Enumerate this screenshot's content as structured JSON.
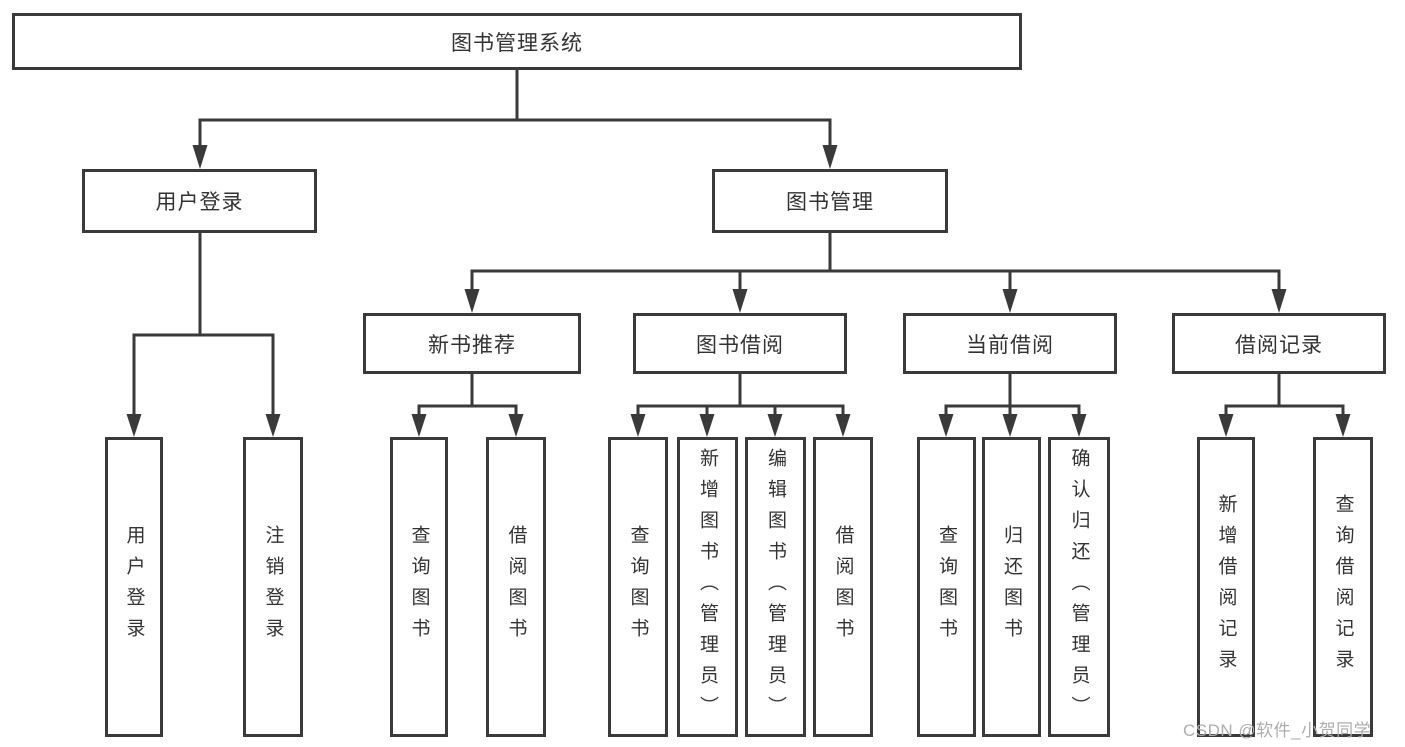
{
  "diagram": {
    "type": "hierarchy-tree",
    "root": {
      "label": "图书管理系统",
      "children": [
        {
          "label": "用户登录",
          "children": [
            {
              "label": "用户登录"
            },
            {
              "label": "注销登录"
            }
          ]
        },
        {
          "label": "图书管理",
          "children": [
            {
              "label": "新书推荐",
              "children": [
                {
                  "label": "查询图书"
                },
                {
                  "label": "借阅图书"
                }
              ]
            },
            {
              "label": "图书借阅",
              "children": [
                {
                  "label": "查询图书"
                },
                {
                  "label": "新增图书（管理员）"
                },
                {
                  "label": "编辑图书（管理员）"
                },
                {
                  "label": "借阅图书"
                }
              ]
            },
            {
              "label": "当前借阅",
              "children": [
                {
                  "label": "查询图书"
                },
                {
                  "label": "归还图书"
                },
                {
                  "label": "确认归还（管理员）"
                }
              ]
            },
            {
              "label": "借阅记录",
              "children": [
                {
                  "label": "新增借阅记录"
                },
                {
                  "label": "查询借阅记录"
                }
              ]
            }
          ]
        }
      ]
    }
  },
  "watermark": {
    "text": "CSDN @软件_小贺同学"
  },
  "colors": {
    "line": "#3a3a3a",
    "box_border": "#3a3a3a",
    "box_fill": "#ffffff",
    "text": "#333333",
    "watermark": "#adadad",
    "background": "#ffffff"
  }
}
